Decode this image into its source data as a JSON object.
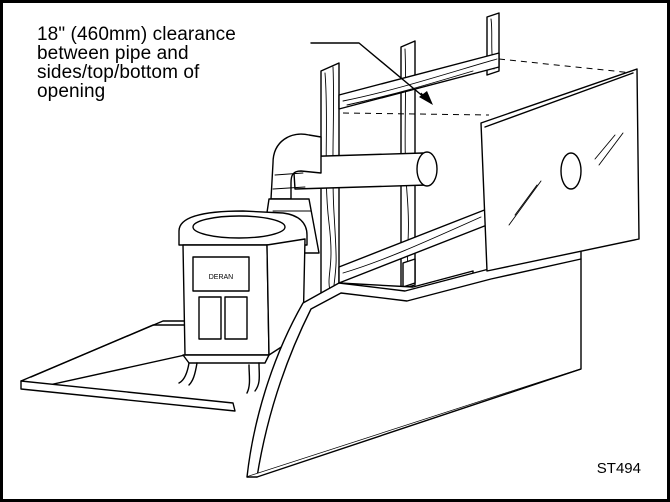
{
  "callout": {
    "lines": [
      "18\" (460mm) clearance",
      "between pipe and",
      "sides/top/bottom of",
      "opening"
    ]
  },
  "stove": {
    "badge_text": "DERAN"
  },
  "diagram_id": "ST494"
}
